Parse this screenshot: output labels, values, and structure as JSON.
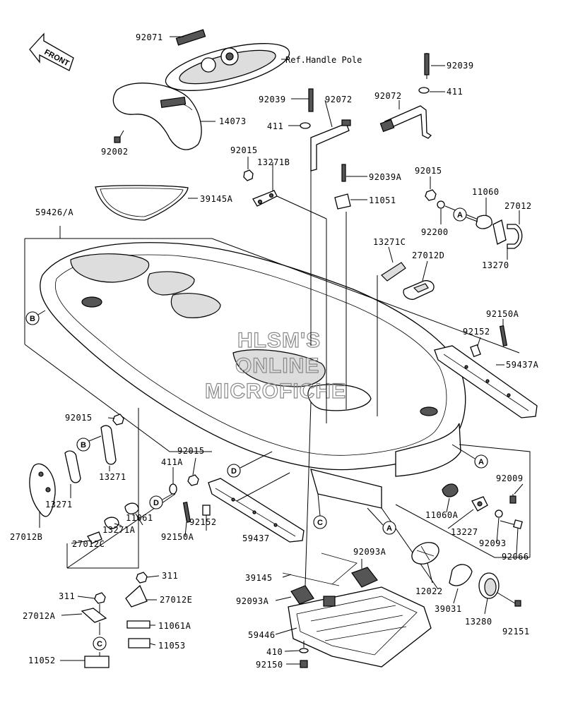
{
  "front_label": "FRONT",
  "ref_label": "Ref.Handle Pole",
  "watermark": [
    "HLSM'S",
    "ONLINE",
    "MICROFICHE"
  ],
  "parts": {
    "p92071": "92071",
    "p14073": "14073",
    "p92002": "92002",
    "p39145A": "39145A",
    "p59426A": "59426/A",
    "p92039_top": "92039",
    "p411_top": "411",
    "p92039_mid": "92039",
    "p92072_a": "92072",
    "p92072_b": "92072",
    "p411_mid": "411",
    "p92015_a": "92015",
    "p13271B": "13271B",
    "p92039A": "92039A",
    "p11051": "11051",
    "p92015_b": "92015",
    "p11060": "11060",
    "p27012": "27012",
    "p92200": "92200",
    "p13270": "13270",
    "p13271C": "13271C",
    "p27012D": "27012D",
    "p92150A_r": "92150A",
    "p92152_r": "92152",
    "p59437A": "59437A",
    "p92009": "92009",
    "p11060A": "11060A",
    "p13227": "13227",
    "p92093": "92093",
    "p92066": "92066",
    "p92015_c": "92015",
    "p13271_a": "13271",
    "p13271_b": "13271",
    "p27012B": "27012B",
    "p92015_d": "92015",
    "p411A": "411A",
    "p11061": "11061",
    "p13271A": "13271A",
    "p27012C": "27012C",
    "p92150A_l": "92150A",
    "p92152_l": "92152",
    "p59437": "59437",
    "p39145": "39145",
    "p92093A_a": "92093A",
    "p92093A_b": "92093A",
    "p59446": "59446",
    "p410": "410",
    "p92150": "92150",
    "p12022": "12022",
    "p39031": "39031",
    "p13280": "13280",
    "p92151": "92151",
    "p311_a": "311",
    "p27012E": "27012E",
    "p311_b": "311",
    "p27012A": "27012A",
    "p11061A": "11061A",
    "p11053": "11053",
    "p11052": "11052"
  },
  "callouts": {
    "A1": "A",
    "A2": "A",
    "A3": "A",
    "B1": "B",
    "B2": "B",
    "C1": "C",
    "C2": "C",
    "D1": "D",
    "D2": "D"
  }
}
